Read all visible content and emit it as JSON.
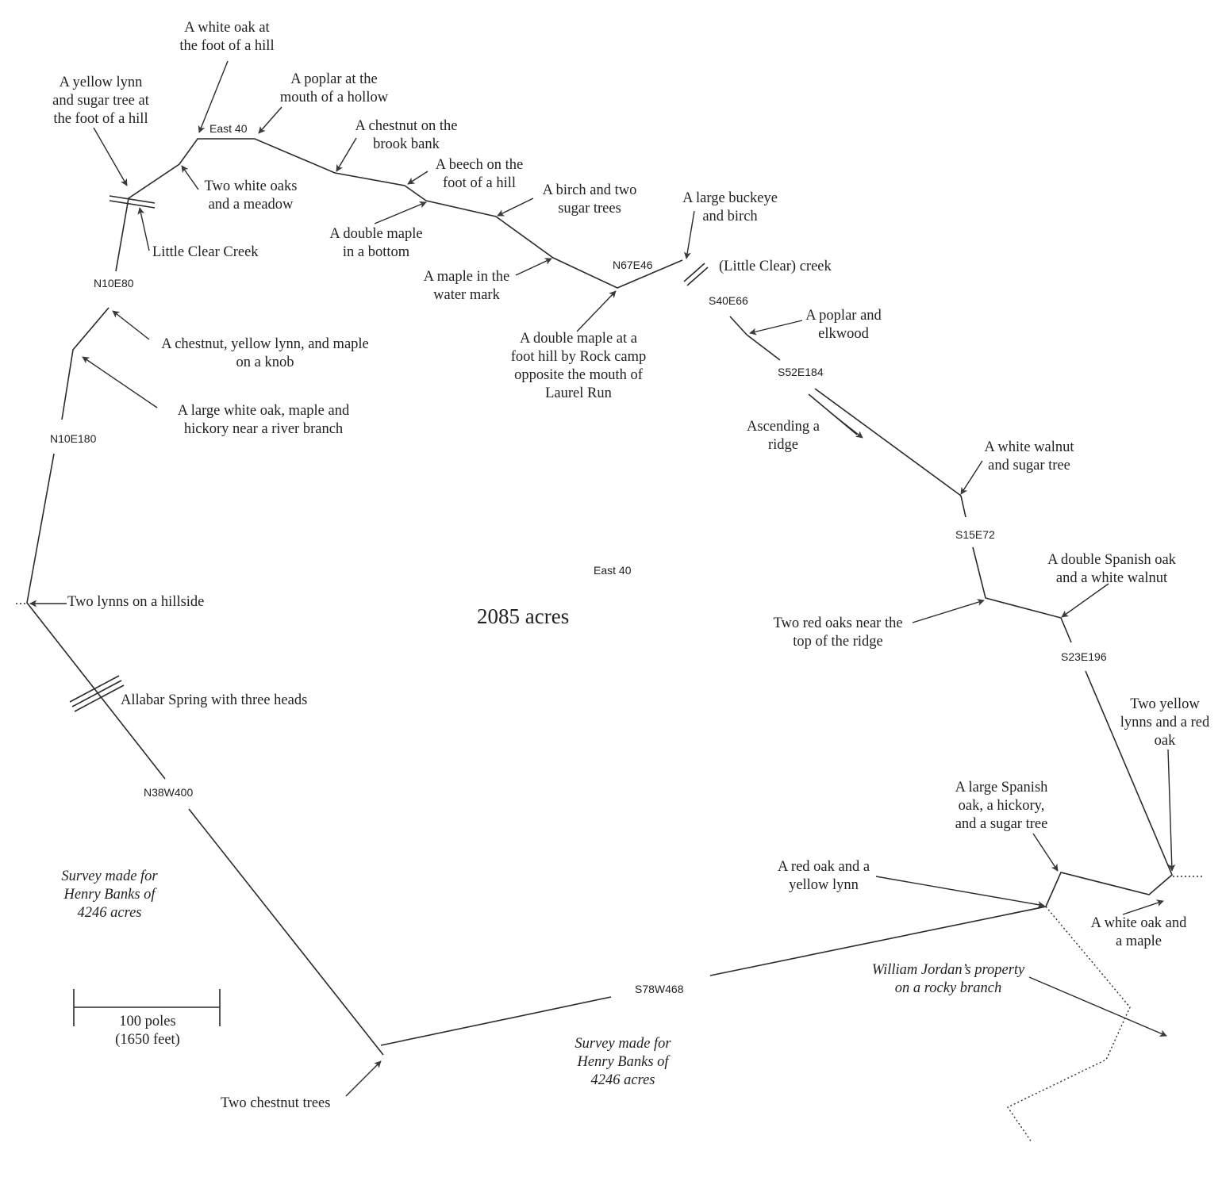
{
  "acreage": "2085 acres",
  "scale": {
    "line1": "100 poles",
    "line2": "(1650 feet)"
  },
  "survey_note": {
    "line1": "Survey made for",
    "line2": "Henry Banks of",
    "line3": "4246 acres"
  },
  "calls": {
    "n10e80": "N10E80",
    "n10e180": "N10E180",
    "east40_top": "East 40",
    "n67e46": "N67E46",
    "s40e66": "S40E66",
    "s52e184": "S52E184",
    "s15e72": "S15E72",
    "east40_mid": "East 40",
    "s23e196": "S23E196",
    "n38w400": "N38W400",
    "s78w468": "S78W468"
  },
  "corners": {
    "white_oak_hill": [
      "A white oak at",
      "the foot of a hill"
    ],
    "yellow_lynn": [
      "A yellow lynn",
      "and sugar tree at",
      "the foot of a hill"
    ],
    "poplar_hollow": [
      "A poplar at the",
      "mouth of a hollow"
    ],
    "chestnut_brook": [
      "A chestnut on the",
      "brook bank"
    ],
    "beech_hill": [
      "A beech on the",
      "foot of a hill"
    ],
    "birch_sugar": [
      "A birch and two",
      "sugar trees"
    ],
    "buckeye_birch": [
      "A large buckeye",
      "and birch"
    ],
    "two_white_oaks": [
      "Two white oaks",
      "and a meadow"
    ],
    "double_maple_bottom": [
      "A double maple",
      "in a bottom"
    ],
    "maple_water": [
      "A maple in the",
      "water mark"
    ],
    "double_maple_rock": [
      "A double maple at a",
      "foot hill by Rock camp",
      "opposite the mouth of",
      "Laurel Run"
    ],
    "poplar_elkwood": [
      "A poplar and",
      "elkwood"
    ],
    "ascending_ridge": [
      "Ascending a",
      "ridge"
    ],
    "white_walnut": [
      "A white walnut",
      "and sugar tree"
    ],
    "chestnut_knob": [
      "A chestnut, yellow lynn, and maple",
      "on a knob"
    ],
    "large_white_oak": [
      "A large white oak, maple and",
      "hickory near a river branch"
    ],
    "two_lynns": [
      "Two lynns on a hillside"
    ],
    "double_spanish": [
      "A double Spanish oak",
      "and a white walnut"
    ],
    "two_red_oaks": [
      "Two red oaks near the",
      "top of the ridge"
    ],
    "two_yellow_lynns": [
      "Two yellow",
      "lynns and a red",
      "oak"
    ],
    "large_spanish": [
      "A large Spanish",
      "oak, a hickory,",
      "and a sugar tree"
    ],
    "red_oak_yellow_lynn": [
      "A red oak and a",
      "yellow lynn"
    ],
    "white_oak_maple": [
      "A white oak and",
      "a maple"
    ],
    "two_chestnuts": [
      "Two chestnut trees"
    ]
  },
  "creeks": {
    "little_clear": "Little Clear Creek",
    "little_clear_2": "(Little Clear) creek",
    "allabar": "Allabar Spring with three heads"
  },
  "jordan": {
    "line1": "William Jordan’s property",
    "line2": "on a rocky branch"
  }
}
